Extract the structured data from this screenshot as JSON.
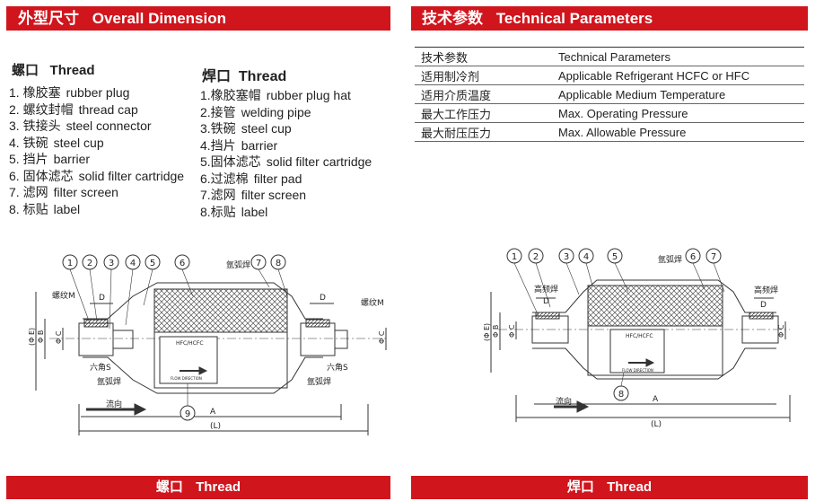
{
  "left_header": {
    "zh": "外型尺寸",
    "en": "Overall Dimension"
  },
  "right_header": {
    "zh": "技术参数",
    "en": "Technical Parameters"
  },
  "thread_column": {
    "zh": "螺口",
    "en": "Thread",
    "items": [
      {
        "zh": "1. 橡胶塞",
        "en": "rubber plug"
      },
      {
        "zh": "2. 螺纹封帽",
        "en": "thread cap"
      },
      {
        "zh": "3. 铁接头",
        "en": "steel connector"
      },
      {
        "zh": "4. 铁碗",
        "en": "steel cup"
      },
      {
        "zh": "5. 挡片",
        "en": "barrier"
      },
      {
        "zh": "6. 固体滤芯",
        "en": "solid filter cartridge"
      },
      {
        "zh": "7. 滤网",
        "en": "filter screen"
      },
      {
        "zh": "8. 标贴",
        "en": "label"
      }
    ]
  },
  "weld_column": {
    "zh": "焊口",
    "en": "Thread",
    "items": [
      {
        "zh": "1.橡胶塞帽",
        "en": "rubber plug hat"
      },
      {
        "zh": "2.接管",
        "en": "welding pipe"
      },
      {
        "zh": "3.铁碗",
        "en": "steel cup"
      },
      {
        "zh": "4.挡片",
        "en": "barrier"
      },
      {
        "zh": "5.固体滤芯",
        "en": "solid filter cartridge"
      },
      {
        "zh": "6.过滤棉",
        "en": "filter pad"
      },
      {
        "zh": "7.滤网",
        "en": "filter screen"
      },
      {
        "zh": "8.标贴",
        "en": "label"
      }
    ]
  },
  "parameters": [
    {
      "zh": "技术参数",
      "en": "Technical Parameters"
    },
    {
      "zh": "适用制冷剂",
      "en": "Applicable Refrigerant HCFC or HFC"
    },
    {
      "zh": "适用介质温度",
      "en": "Applicable Medium Temperature"
    },
    {
      "zh": "最大工作压力",
      "en": "Max. Operating Pressure"
    },
    {
      "zh": "最大耐压压力",
      "en": "Max. Allowable Pressure"
    }
  ],
  "drawing_left": {
    "callouts": [
      "1",
      "2",
      "3",
      "4",
      "5",
      "6",
      "7",
      "8",
      "9"
    ],
    "label_thread_m_left": "螺纹M",
    "label_thread_m_right": "螺纹M",
    "label_d": "D",
    "label_d_right": "D",
    "label_hex_left": "六角S",
    "label_hex_right": "六角S",
    "label_weld_top": "氩弧焊",
    "label_weld_bottom": "氩弧焊",
    "label_weld_right": "氩弧焊",
    "label_phi_e": "(Φ E)",
    "label_phi_b": "Φ B",
    "label_phi_c": "Φ C",
    "label_phi_c_right": "Φ C",
    "label_flow": "流向",
    "label_a": "A",
    "label_l": "(L)",
    "label_hfc": "HFC/HCFC",
    "label_flow_direction": "FLOW DIRECTION"
  },
  "drawing_right": {
    "callouts": [
      "1",
      "2",
      "3",
      "4",
      "5",
      "6",
      "7",
      "8"
    ],
    "label_weld_top": "氩弧焊",
    "label_hf_left": "高频焊",
    "label_hf_right": "高频焊",
    "label_d": "D",
    "label_d_right": "D",
    "label_phi_e": "(Φ E)",
    "label_phi_b": "Φ B",
    "label_phi_c": "Φ C",
    "label_phi_c_right": "Φ C",
    "label_flow": "流向",
    "label_a": "A",
    "label_l": "(L)",
    "label_hfc": "HFC/HCFC",
    "label_flow_direction": "FLOW DIRECTION"
  },
  "bottom_left": {
    "zh": "螺口",
    "en": "Thread"
  },
  "bottom_right": {
    "zh": "焊口",
    "en": "Thread"
  },
  "colors": {
    "accent_red": "#d0151d"
  }
}
